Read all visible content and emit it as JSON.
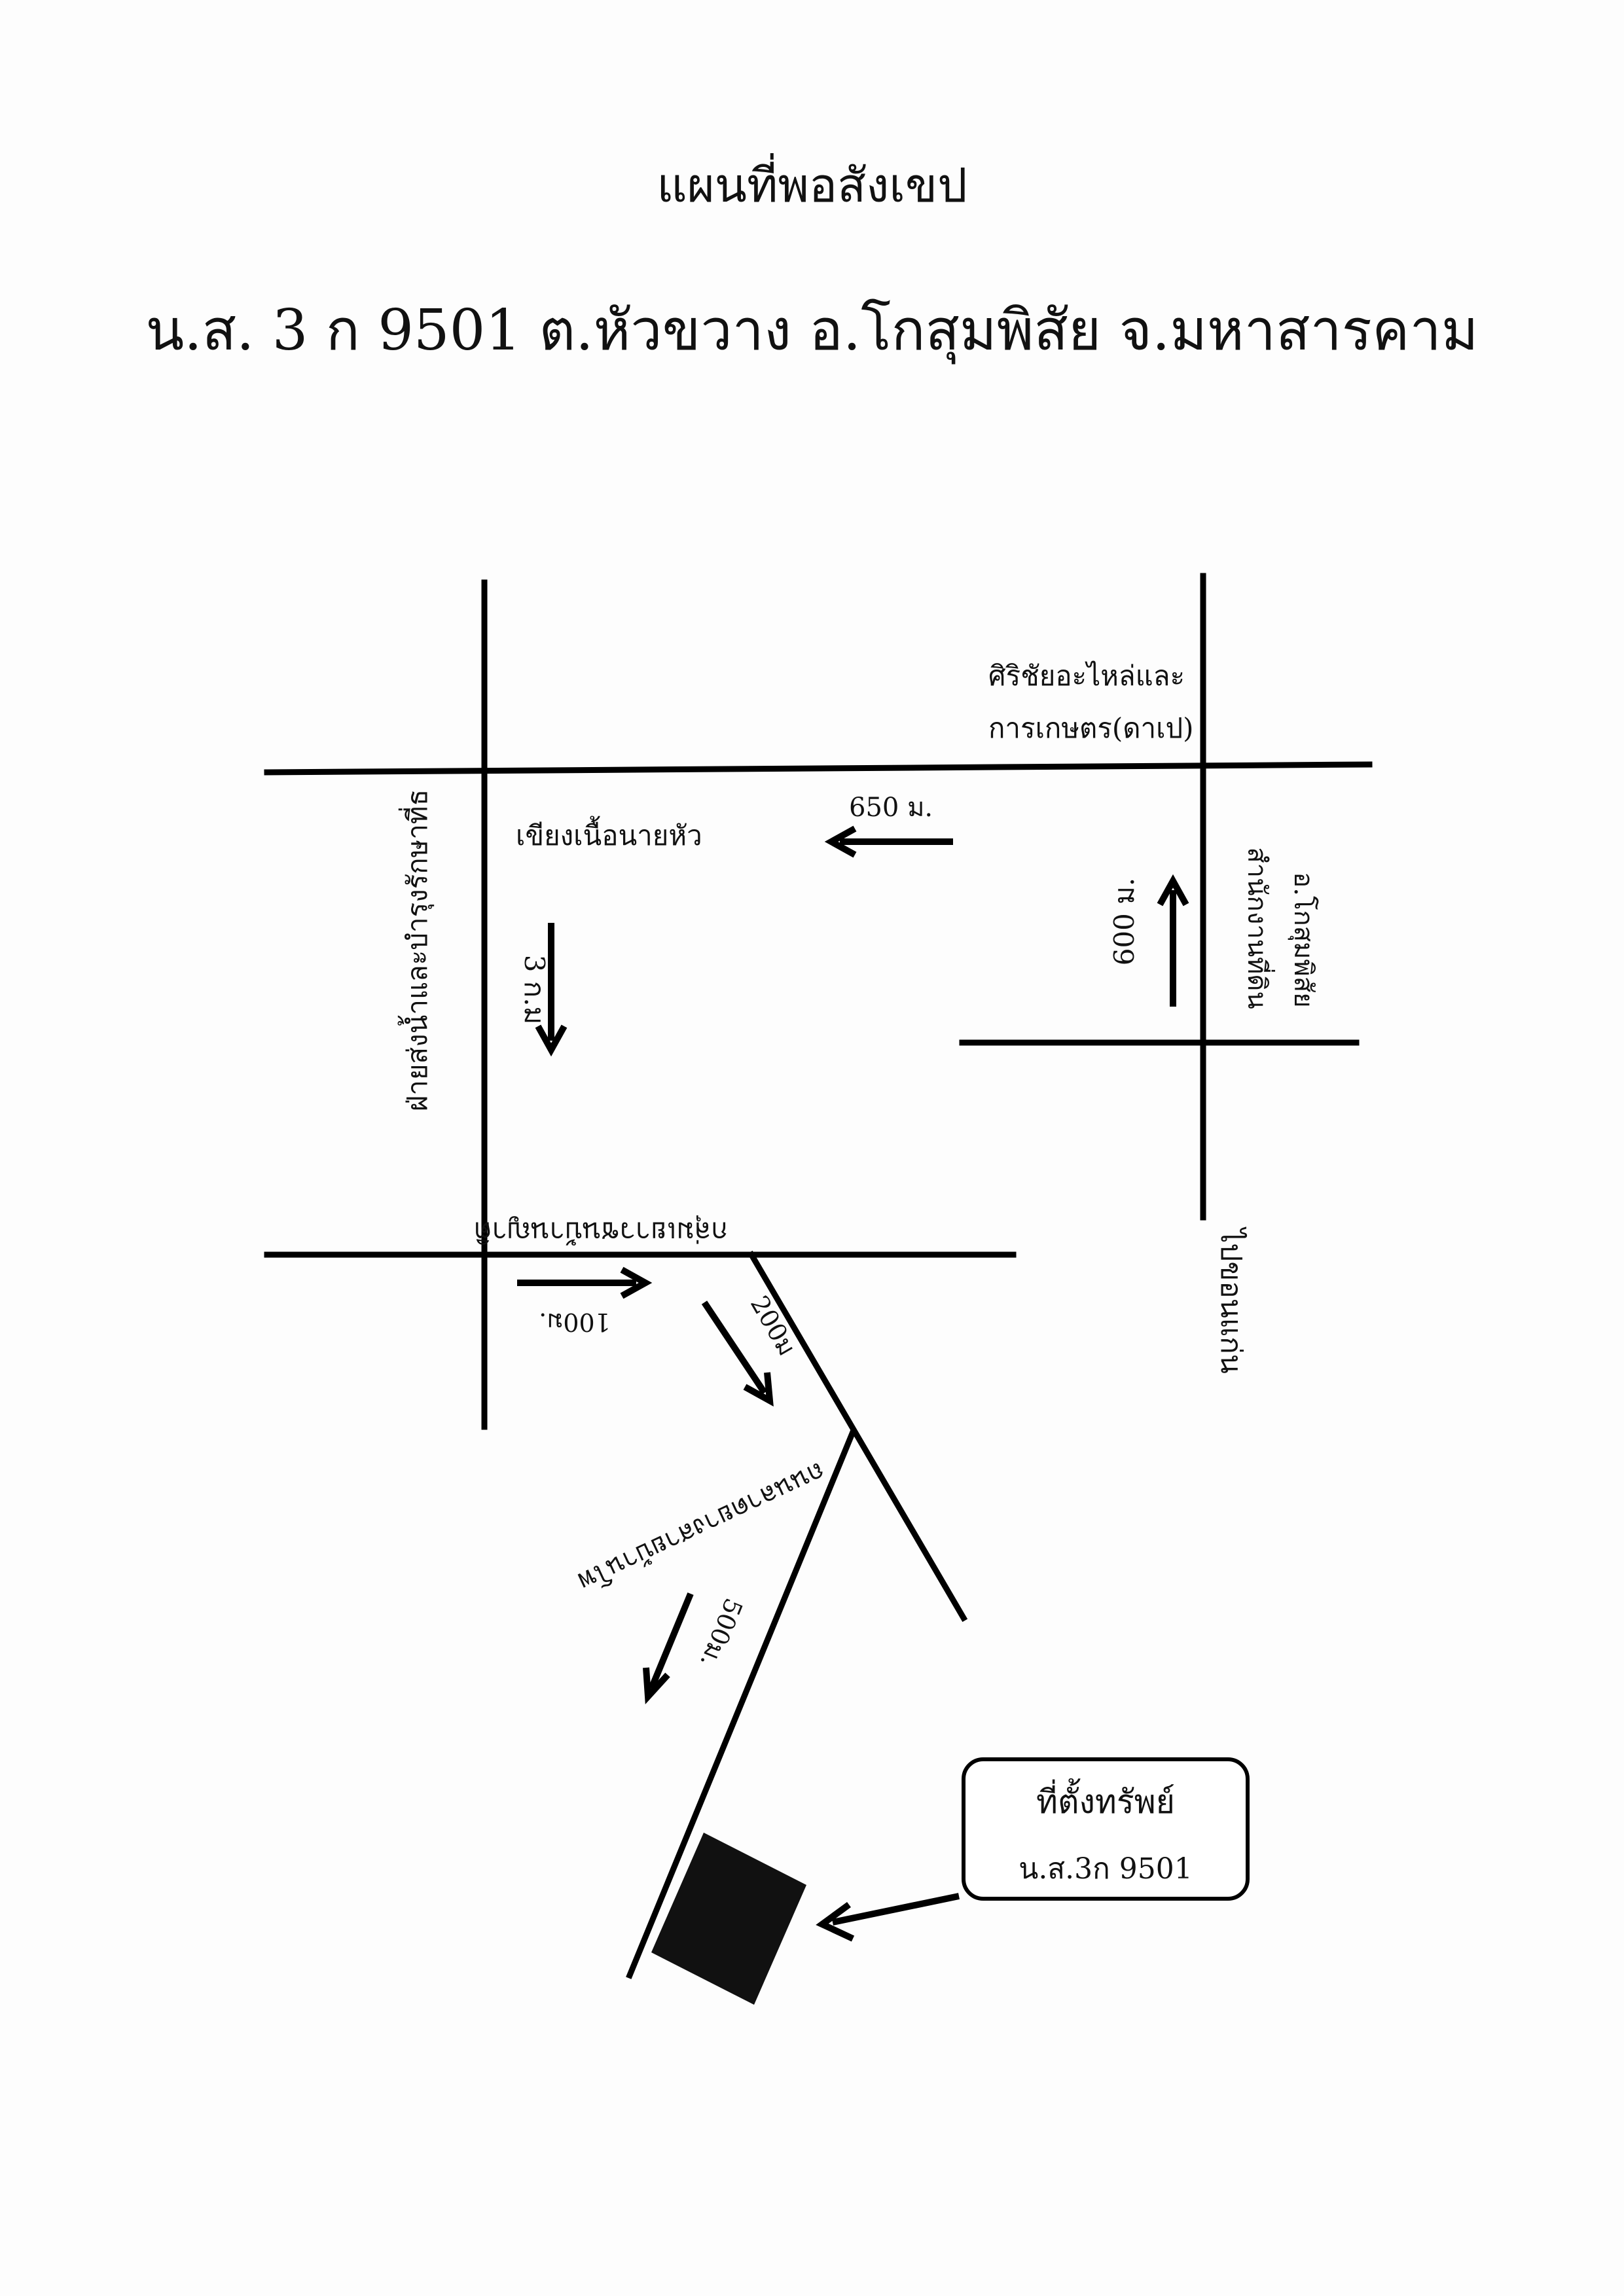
{
  "title": "แผนที่พอสังเขป",
  "subtitle": "น.ส. 3 ก 9501 ต.หัวขวาง อ.โกสุมพิสัย จ.มหาสารคาม",
  "labels": {
    "siri_line1": "ศิริชัยอะไหล่และ",
    "siri_line2": "การเกษตร(ดาเป)",
    "irrigation": "ฝ่ายส่งน้ำและบำรุงรักษาที่ธ",
    "khiang": "เขียงเนื้อนายหัว",
    "land_office_line1": "สำนักงานที่ดิน",
    "land_office_line2": "อ.โกสุมพิสัย",
    "to_khon_kaen": "ไปขอนแก่น",
    "village_road": "กลุ่มเยาวชนบ้านญาติ",
    "road_sign": "ถนนลาดยางสายบ้านโพ",
    "location_box_title": "ที่ตั้งทรัพย์",
    "location_box_doc": "น.ส.3ก 9501"
  },
  "distances": {
    "d650": "650 ม.",
    "d3km": "3 ก.ม",
    "d600": "600 ม.",
    "d100": "100ม.",
    "d200": "200ม",
    "d500": "500ม."
  }
}
